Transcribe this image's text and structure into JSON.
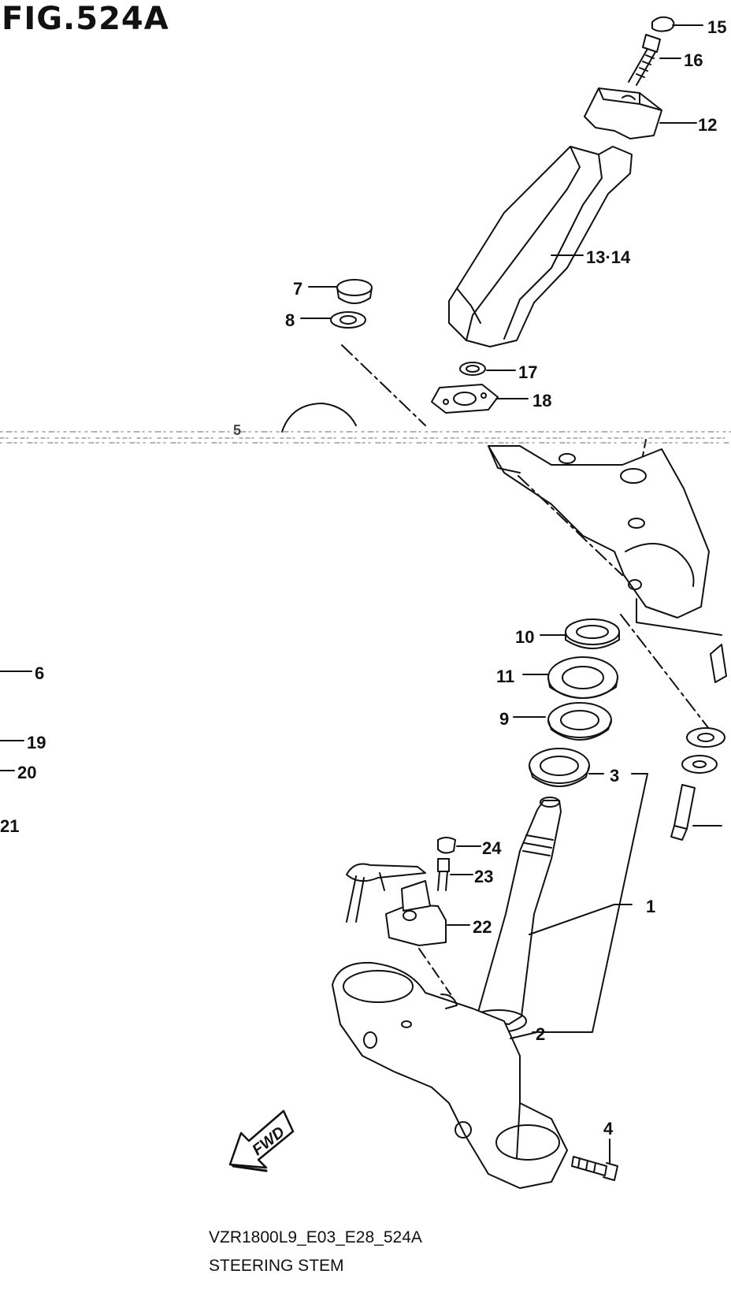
{
  "figure": {
    "title": "FIG.524A"
  },
  "caption": {
    "code": "VZR1800L9_E03_E28_524A",
    "name": "STEERING STEM"
  },
  "fwd_label": "FWD",
  "callouts": [
    {
      "id": "c15",
      "label": "15"
    },
    {
      "id": "c16",
      "label": "16"
    },
    {
      "id": "c12",
      "label": "12"
    },
    {
      "id": "c1314",
      "label": "13·14"
    },
    {
      "id": "c7",
      "label": "7"
    },
    {
      "id": "c8",
      "label": "8"
    },
    {
      "id": "c17",
      "label": "17"
    },
    {
      "id": "c18",
      "label": "18"
    },
    {
      "id": "c5",
      "label": "5"
    },
    {
      "id": "c10",
      "label": "10"
    },
    {
      "id": "c11",
      "label": "11"
    },
    {
      "id": "c9",
      "label": "9"
    },
    {
      "id": "c3",
      "label": "3"
    },
    {
      "id": "c1",
      "label": "1"
    },
    {
      "id": "c2",
      "label": "2"
    },
    {
      "id": "c4",
      "label": "4"
    },
    {
      "id": "c6",
      "label": "6"
    },
    {
      "id": "c19",
      "label": "19"
    },
    {
      "id": "c20",
      "label": "20"
    },
    {
      "id": "c21",
      "label": "21"
    },
    {
      "id": "c24",
      "label": "24"
    },
    {
      "id": "c23",
      "label": "23"
    },
    {
      "id": "c22",
      "label": "22"
    }
  ]
}
